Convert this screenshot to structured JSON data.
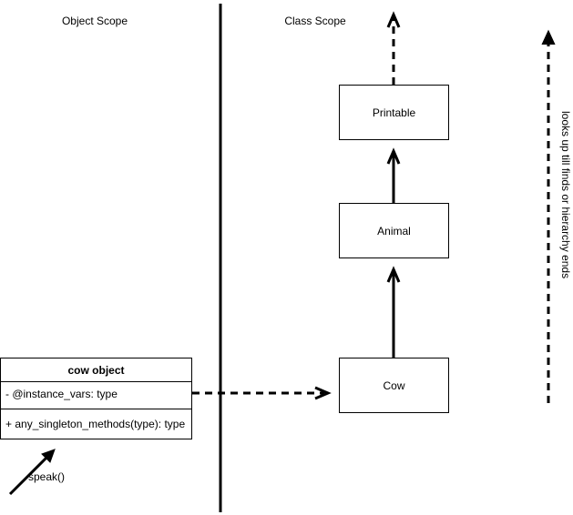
{
  "scopes": {
    "object_scope_label": "Object Scope",
    "class_scope_label": "Class Scope"
  },
  "classes": {
    "printable": "Printable",
    "animal": "Animal",
    "cow": "Cow"
  },
  "object_box": {
    "title": "cow object",
    "attributes": "- @instance_vars: type",
    "methods": "+ any_singleton_methods(type): type"
  },
  "call": {
    "label": "speak()"
  },
  "lookup_note": "looks up till finds or hierarchy ends"
}
